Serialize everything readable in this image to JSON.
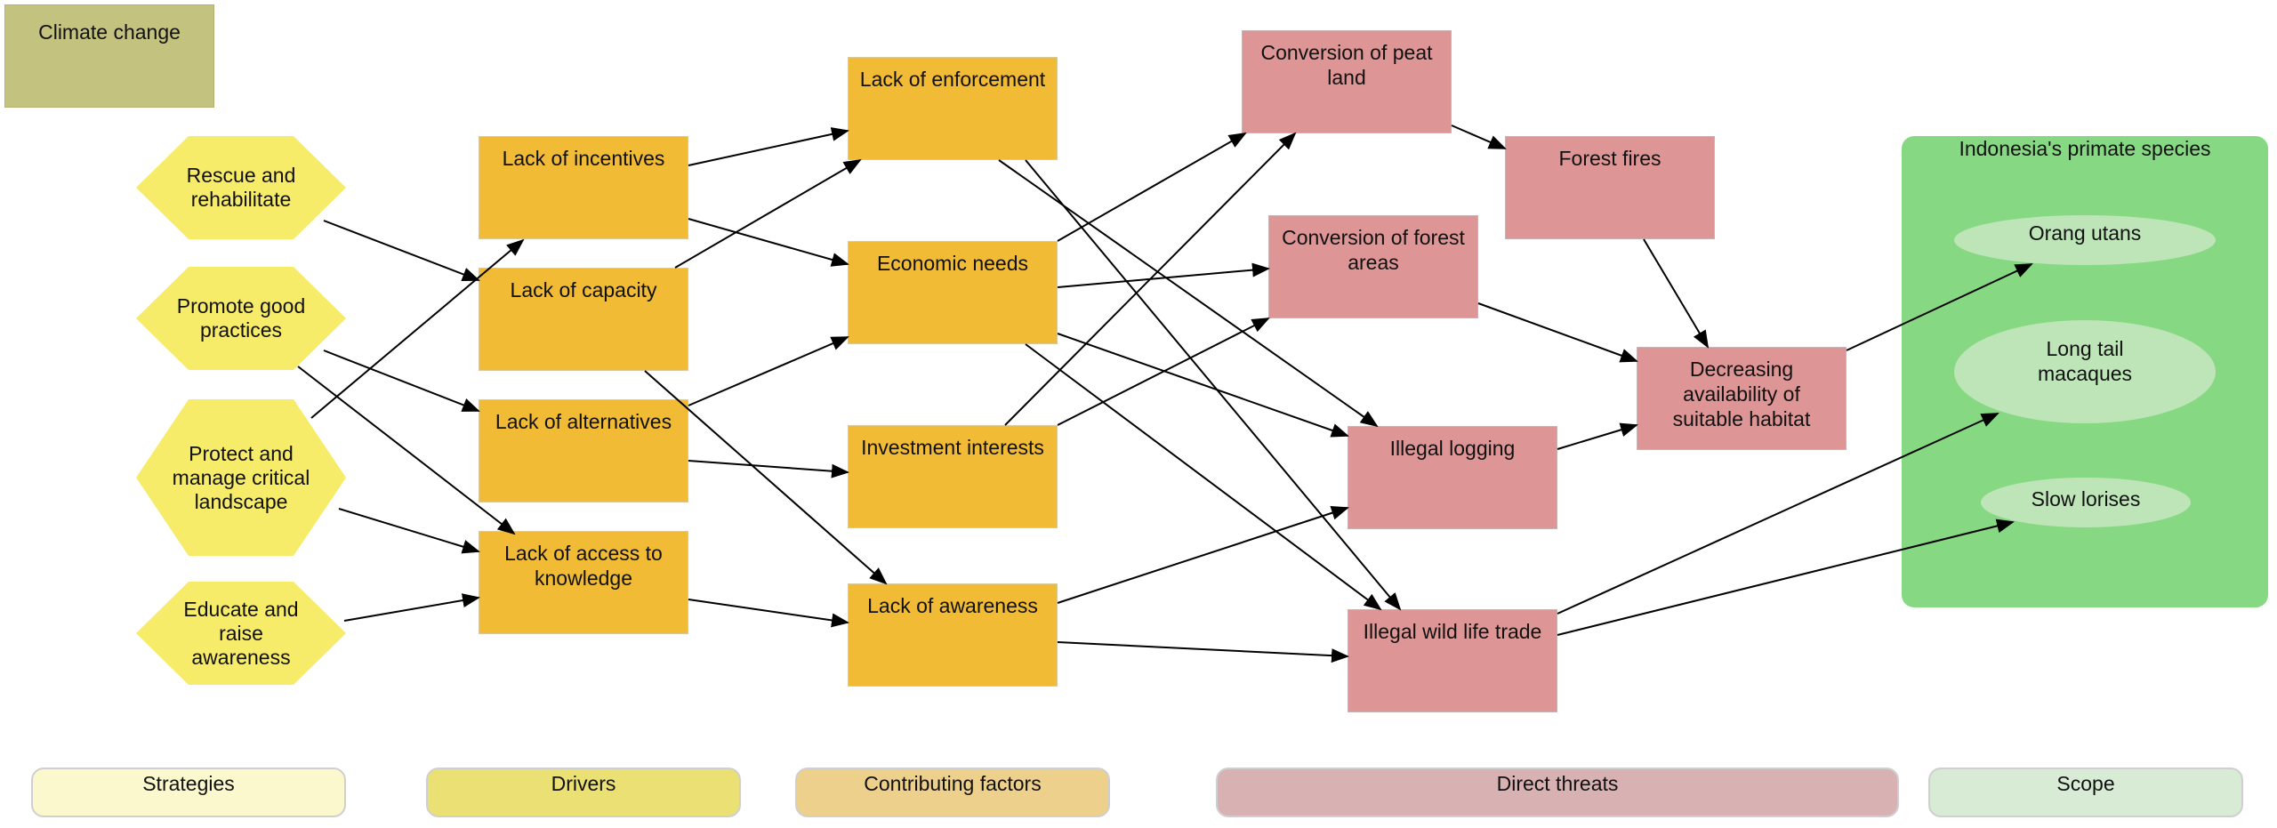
{
  "climate": "Climate change",
  "strategies": {
    "rescue": "Rescue and rehabilitate",
    "promote": "Promote good practices",
    "protect": "Protect and manage critical landscape",
    "educate": "Educate and raise awareness"
  },
  "drivers": {
    "incentives": "Lack of incentives",
    "capacity": "Lack of capacity",
    "alternatives": "Lack of alternatives",
    "access": "Lack of access to knowledge"
  },
  "factors": {
    "enforcement": "Lack of enforcement",
    "economic": "Economic needs",
    "investment": "Investment interests",
    "awareness": "Lack of awareness"
  },
  "threats": {
    "peat": "Conversion of peat land",
    "fires": "Forest fires",
    "forest": "Conversion of forest areas",
    "habitat": "Decreasing availability of suitable habitat",
    "logging": "Illegal logging",
    "wildlife": "Illegal wild life trade"
  },
  "scope": {
    "title": "Indonesia's primate species",
    "orang": "Orang utans",
    "macaques": "Long tail macaques",
    "lorises": "Slow lorises"
  },
  "legend": {
    "strategies": "Strategies",
    "drivers": "Drivers",
    "factors": "Contributing factors",
    "threats": "Direct threats",
    "scope": "Scope"
  },
  "colors": {
    "strategy": "#f7ec6a",
    "driver": "#f2bb35",
    "threat": "#dd9595",
    "scope": "#87d883",
    "target": "#bde5b8",
    "climate": "#c4c27f",
    "legend_strategies": "#faf8cc",
    "legend_drivers": "#ebe074",
    "legend_factors": "#ecd08c",
    "legend_threats": "#d8b2b2",
    "legend_scope": "#d7ebd5"
  }
}
